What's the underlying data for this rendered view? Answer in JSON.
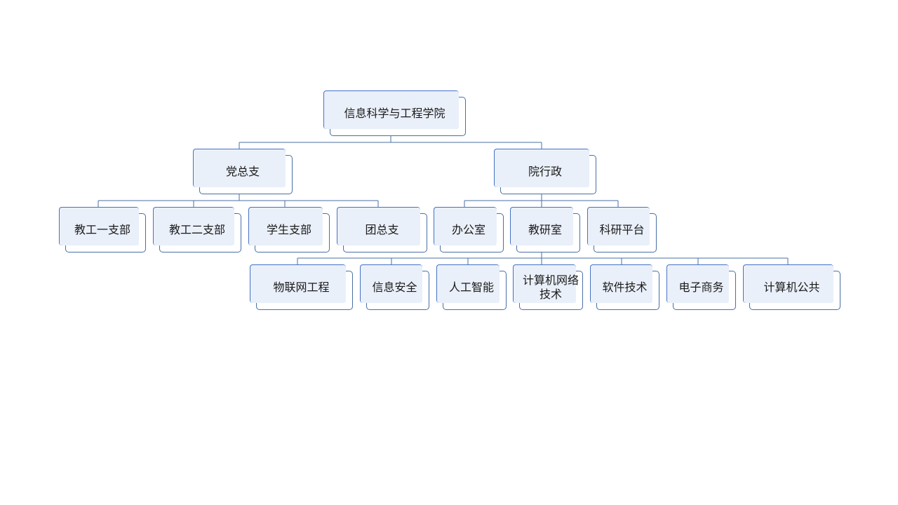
{
  "diagram": {
    "root": {
      "label": "信息科学与工程学院"
    },
    "level1": [
      {
        "id": "party",
        "label": "党总支"
      },
      {
        "id": "admin",
        "label": "院行政"
      }
    ],
    "party_children": [
      {
        "label": "教工一支部"
      },
      {
        "label": "教工二支部"
      },
      {
        "label": "学生支部"
      },
      {
        "label": "团总支"
      }
    ],
    "admin_children": [
      {
        "label": "办公室"
      },
      {
        "label": "教研室"
      },
      {
        "label": "科研平台"
      }
    ],
    "teaching_children": [
      {
        "label": "物联网工程"
      },
      {
        "label": "信息安全"
      },
      {
        "label": "人工智能"
      },
      {
        "label": "计算机网络技术"
      },
      {
        "label": "软件技术"
      },
      {
        "label": "电子商务"
      },
      {
        "label": "计算机公共"
      }
    ]
  },
  "colors": {
    "accent": "#4472c4",
    "border": "#4a6fa5",
    "fill": "#eaf0fa",
    "connector": "#4a6fa5"
  }
}
